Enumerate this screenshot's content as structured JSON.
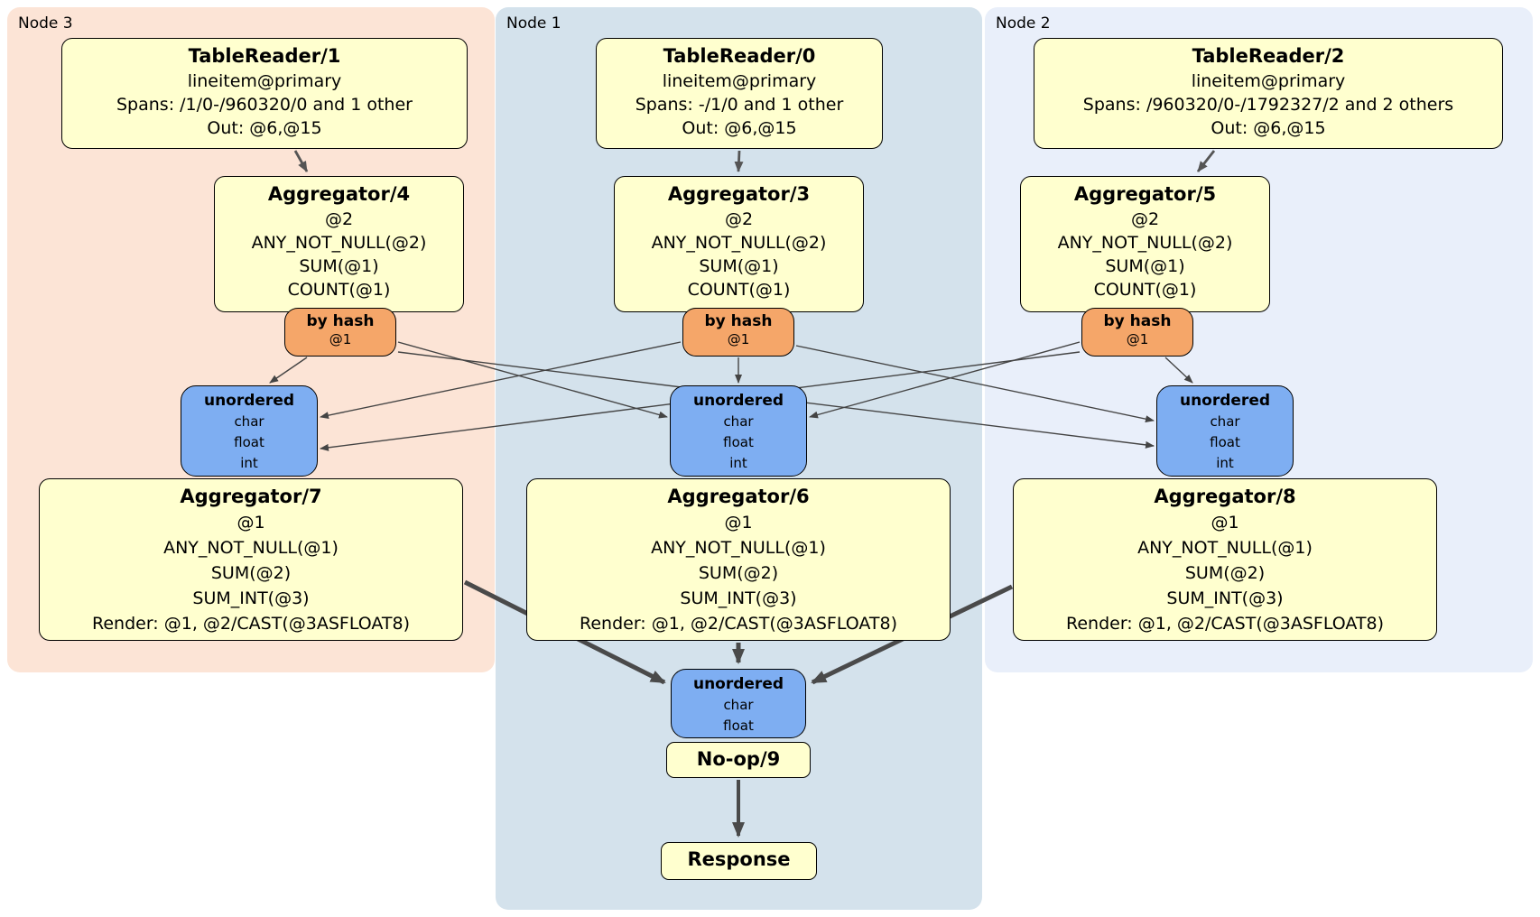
{
  "panels": [
    {
      "label": "Node 3"
    },
    {
      "label": "Node 1"
    },
    {
      "label": "Node 2"
    }
  ],
  "processors": {
    "tr1": {
      "title": "TableReader/1",
      "lines": [
        "lineitem@primary",
        "Spans: /1/0-/960320/0 and 1 other",
        "Out: @6,@15"
      ]
    },
    "tr0": {
      "title": "TableReader/0",
      "lines": [
        "lineitem@primary",
        "Spans: -/1/0 and 1 other",
        "Out: @6,@15"
      ]
    },
    "tr2": {
      "title": "TableReader/2",
      "lines": [
        "lineitem@primary",
        "Spans: /960320/0-/1792327/2 and 2 others",
        "Out: @6,@15"
      ]
    },
    "agg4": {
      "title": "Aggregator/4",
      "lines": [
        "@2",
        "ANY_NOT_NULL(@2)",
        "SUM(@1)",
        "COUNT(@1)"
      ]
    },
    "agg3": {
      "title": "Aggregator/3",
      "lines": [
        "@2",
        "ANY_NOT_NULL(@2)",
        "SUM(@1)",
        "COUNT(@1)"
      ]
    },
    "agg5": {
      "title": "Aggregator/5",
      "lines": [
        "@2",
        "ANY_NOT_NULL(@2)",
        "SUM(@1)",
        "COUNT(@1)"
      ]
    },
    "router4": {
      "title": "by hash",
      "lines": [
        "@1"
      ]
    },
    "router3": {
      "title": "by hash",
      "lines": [
        "@1"
      ]
    },
    "router5": {
      "title": "by hash",
      "lines": [
        "@1"
      ]
    },
    "sync7": {
      "title": "unordered",
      "lines": [
        "char",
        "float",
        "int"
      ]
    },
    "sync6": {
      "title": "unordered",
      "lines": [
        "char",
        "float",
        "int"
      ]
    },
    "sync8": {
      "title": "unordered",
      "lines": [
        "char",
        "float",
        "int"
      ]
    },
    "agg7": {
      "title": "Aggregator/7",
      "lines": [
        "@1",
        "ANY_NOT_NULL(@1)",
        "SUM(@2)",
        "SUM_INT(@3)",
        "Render: @1, @2/CAST(@3ASFLOAT8)"
      ]
    },
    "agg6": {
      "title": "Aggregator/6",
      "lines": [
        "@1",
        "ANY_NOT_NULL(@1)",
        "SUM(@2)",
        "SUM_INT(@3)",
        "Render: @1, @2/CAST(@3ASFLOAT8)"
      ]
    },
    "agg8": {
      "title": "Aggregator/8",
      "lines": [
        "@1",
        "ANY_NOT_NULL(@1)",
        "SUM(@2)",
        "SUM_INT(@3)",
        "Render: @1, @2/CAST(@3ASFLOAT8)"
      ]
    },
    "sync9": {
      "title": "unordered",
      "lines": [
        "char",
        "float"
      ]
    },
    "noop9": {
      "title": "No-op/9"
    },
    "response": {
      "title": "Response"
    }
  },
  "colors": {
    "node3_bg": "#fce4d6",
    "node1_bg": "#d4e2ec",
    "node2_bg": "#e9effa",
    "processor_fill": "#ffffcf",
    "router_fill": "#f5a669",
    "sync_fill": "#7eaef2",
    "border": "#000000",
    "edge_thin": "#444444",
    "edge_thick": "#4a4a4a"
  }
}
